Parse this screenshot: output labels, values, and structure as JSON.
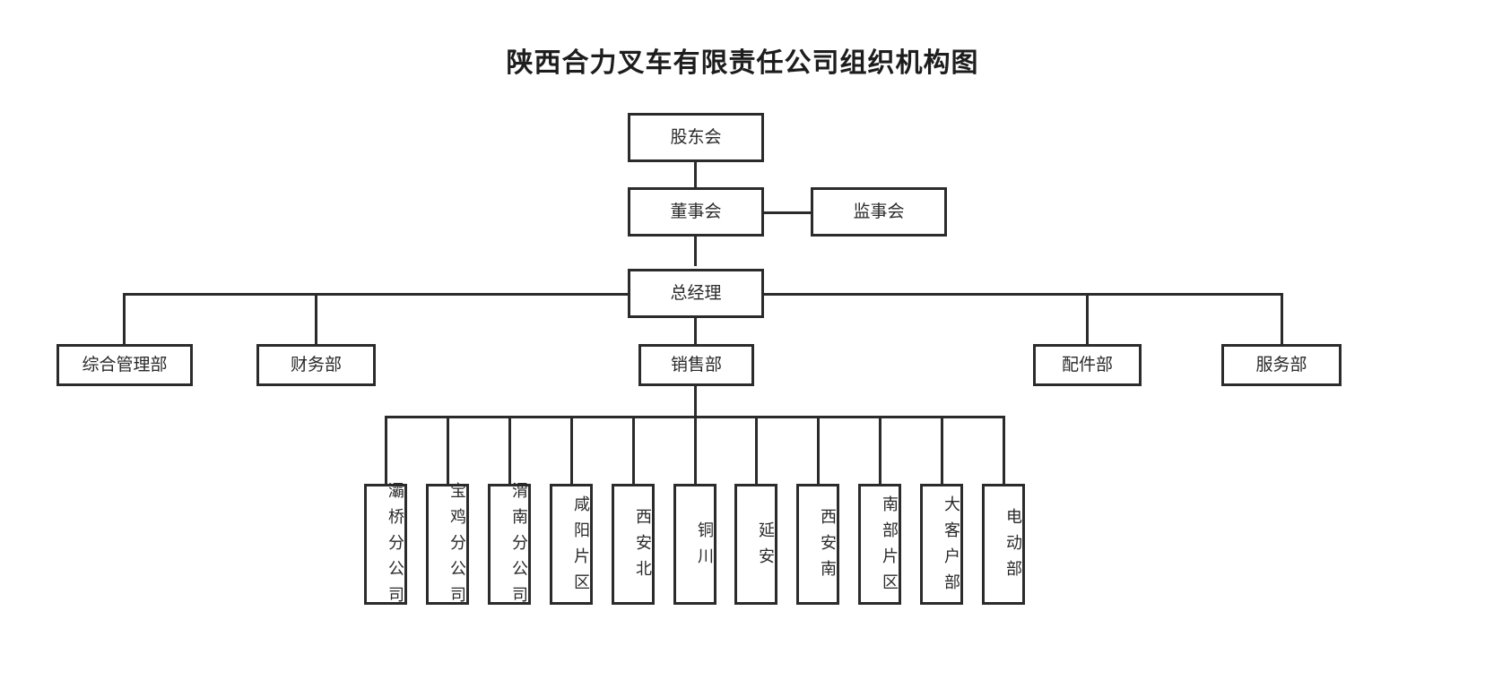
{
  "title": "陕西合力叉车有限责任公司组织机构图",
  "org": {
    "shareholders": "股东会",
    "board": "董事会",
    "supervisors": "监事会",
    "general_manager": "总经理"
  },
  "departments": [
    {
      "label": "综合管理部"
    },
    {
      "label": "财务部"
    },
    {
      "label": "销售部"
    },
    {
      "label": "配件部"
    },
    {
      "label": "服务部"
    }
  ],
  "sales_units": [
    {
      "label": "灞桥分公司"
    },
    {
      "label": "宝鸡分公司"
    },
    {
      "label": "渭南分公司"
    },
    {
      "label": "咸阳片区"
    },
    {
      "label": "西安北"
    },
    {
      "label": "铜川"
    },
    {
      "label": "延安"
    },
    {
      "label": "西安南"
    },
    {
      "label": "南部片区"
    },
    {
      "label": "大客户部"
    },
    {
      "label": "电动部"
    }
  ],
  "colors": {
    "line": "#2b2b2b",
    "text": "#2a2a2a",
    "background": "#ffffff"
  }
}
